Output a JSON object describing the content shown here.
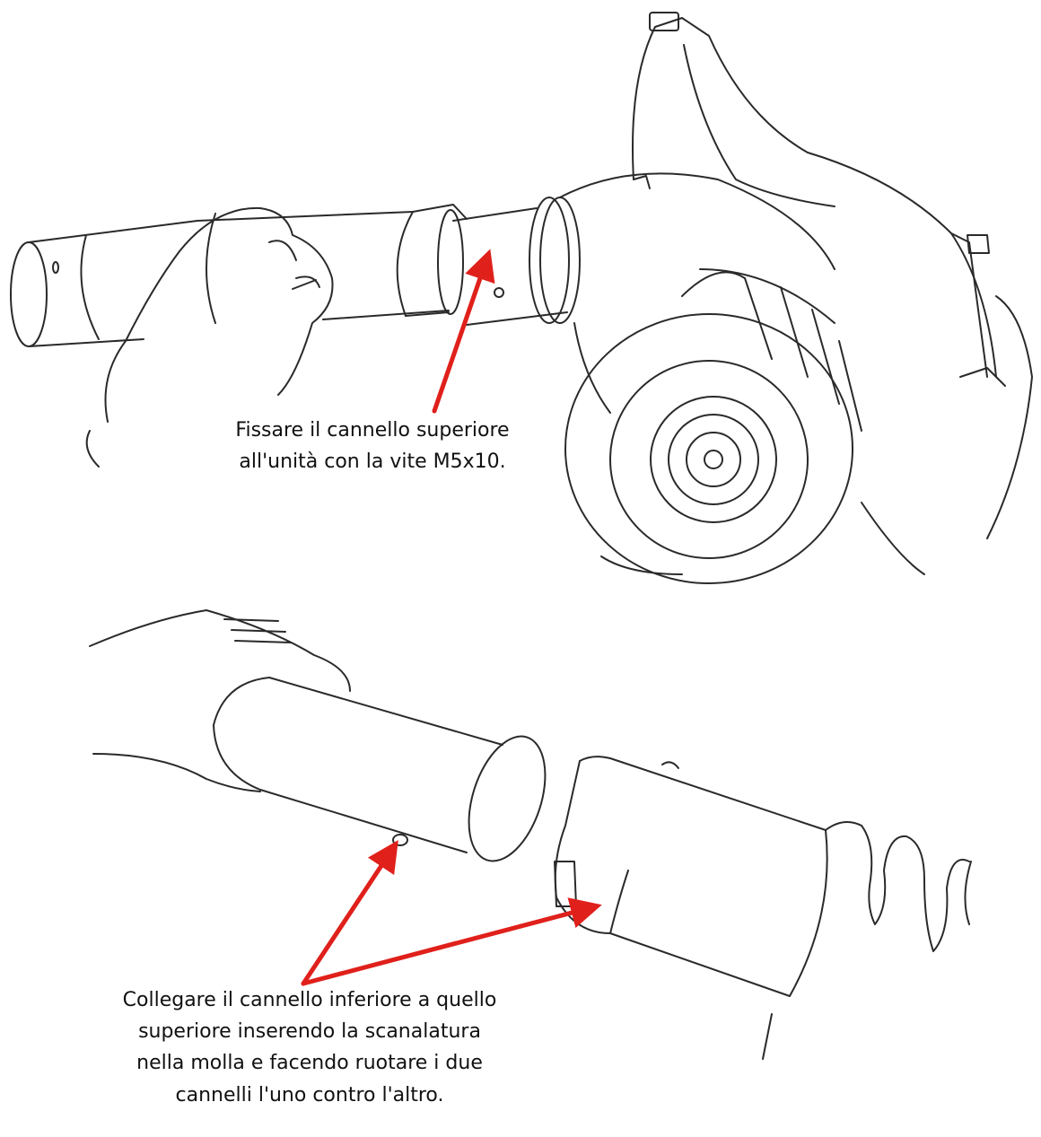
{
  "steps": [
    {
      "lines": [
        "Fissare il cannello superiore",
        "all'unità con la vite M5x10."
      ]
    },
    {
      "lines": [
        "Collegare il cannello inferiore a quello",
        "superiore inserendo la scanalatura",
        "nella molla e facendo ruotare i due",
        "cannelli l'uno contro l'altro."
      ]
    }
  ],
  "colors": {
    "line_art": "#2a2a2a",
    "arrow": "#e0201b",
    "text": "#111111",
    "background": "#ffffff"
  }
}
